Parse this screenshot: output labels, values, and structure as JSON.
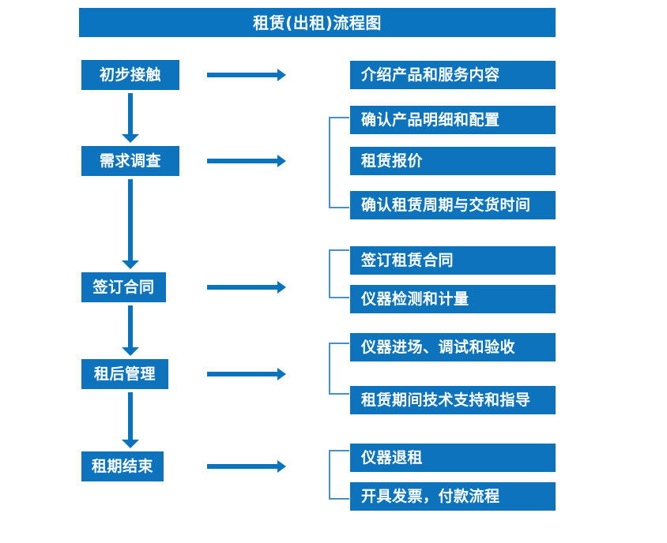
{
  "diagram": {
    "title": "租赁(出租)流程图",
    "colors": {
      "box_fill": "#0d73bd",
      "title_fill": "#0b74c0",
      "arrow": "#0a73bd",
      "bracket": "#4a8fc4",
      "text": "#ffffff",
      "background": "#ffffff"
    },
    "stages": [
      {
        "id": "stage-1",
        "label": "初步接触"
      },
      {
        "id": "stage-2",
        "label": "需求调查"
      },
      {
        "id": "stage-3",
        "label": "签订合同"
      },
      {
        "id": "stage-4",
        "label": "租后管理"
      },
      {
        "id": "stage-5",
        "label": "租期结束"
      }
    ],
    "details": [
      {
        "id": "detail-1-1",
        "label": "介绍产品和服务内容",
        "group": 1
      },
      {
        "id": "detail-2-1",
        "label": "确认产品明细和配置",
        "group": 2
      },
      {
        "id": "detail-2-2",
        "label": "租赁报价",
        "group": 2
      },
      {
        "id": "detail-2-3",
        "label": "确认租赁周期与交货时间",
        "group": 2
      },
      {
        "id": "detail-3-1",
        "label": "签订租赁合同",
        "group": 3
      },
      {
        "id": "detail-3-2",
        "label": "仪器检测和计量",
        "group": 3
      },
      {
        "id": "detail-4-1",
        "label": "仪器进场、调试和验收",
        "group": 4
      },
      {
        "id": "detail-4-2",
        "label": "租赁期间技术支持和指导",
        "group": 4
      },
      {
        "id": "detail-5-1",
        "label": "仪器退租",
        "group": 5
      },
      {
        "id": "detail-5-2",
        "label": "开具发票，付款流程",
        "group": 5
      }
    ],
    "groups": [
      {
        "id": "group-2",
        "stage": "需求调查",
        "members": [
          "确认产品明细和配置",
          "租赁报价",
          "确认租赁周期与交货时间"
        ]
      },
      {
        "id": "group-3",
        "stage": "签订合同",
        "members": [
          "签订租赁合同",
          "仪器检测和计量"
        ]
      },
      {
        "id": "group-4",
        "stage": "租后管理",
        "members": [
          "仪器进场、调试和验收",
          "租赁期间技术支持和指导"
        ]
      },
      {
        "id": "group-5",
        "stage": "租期结束",
        "members": [
          "仪器退租",
          "开具发票，付款流程"
        ]
      }
    ],
    "flow_sequence": [
      "初步接触",
      "需求调查",
      "签订合同",
      "租后管理",
      "租期结束"
    ]
  }
}
